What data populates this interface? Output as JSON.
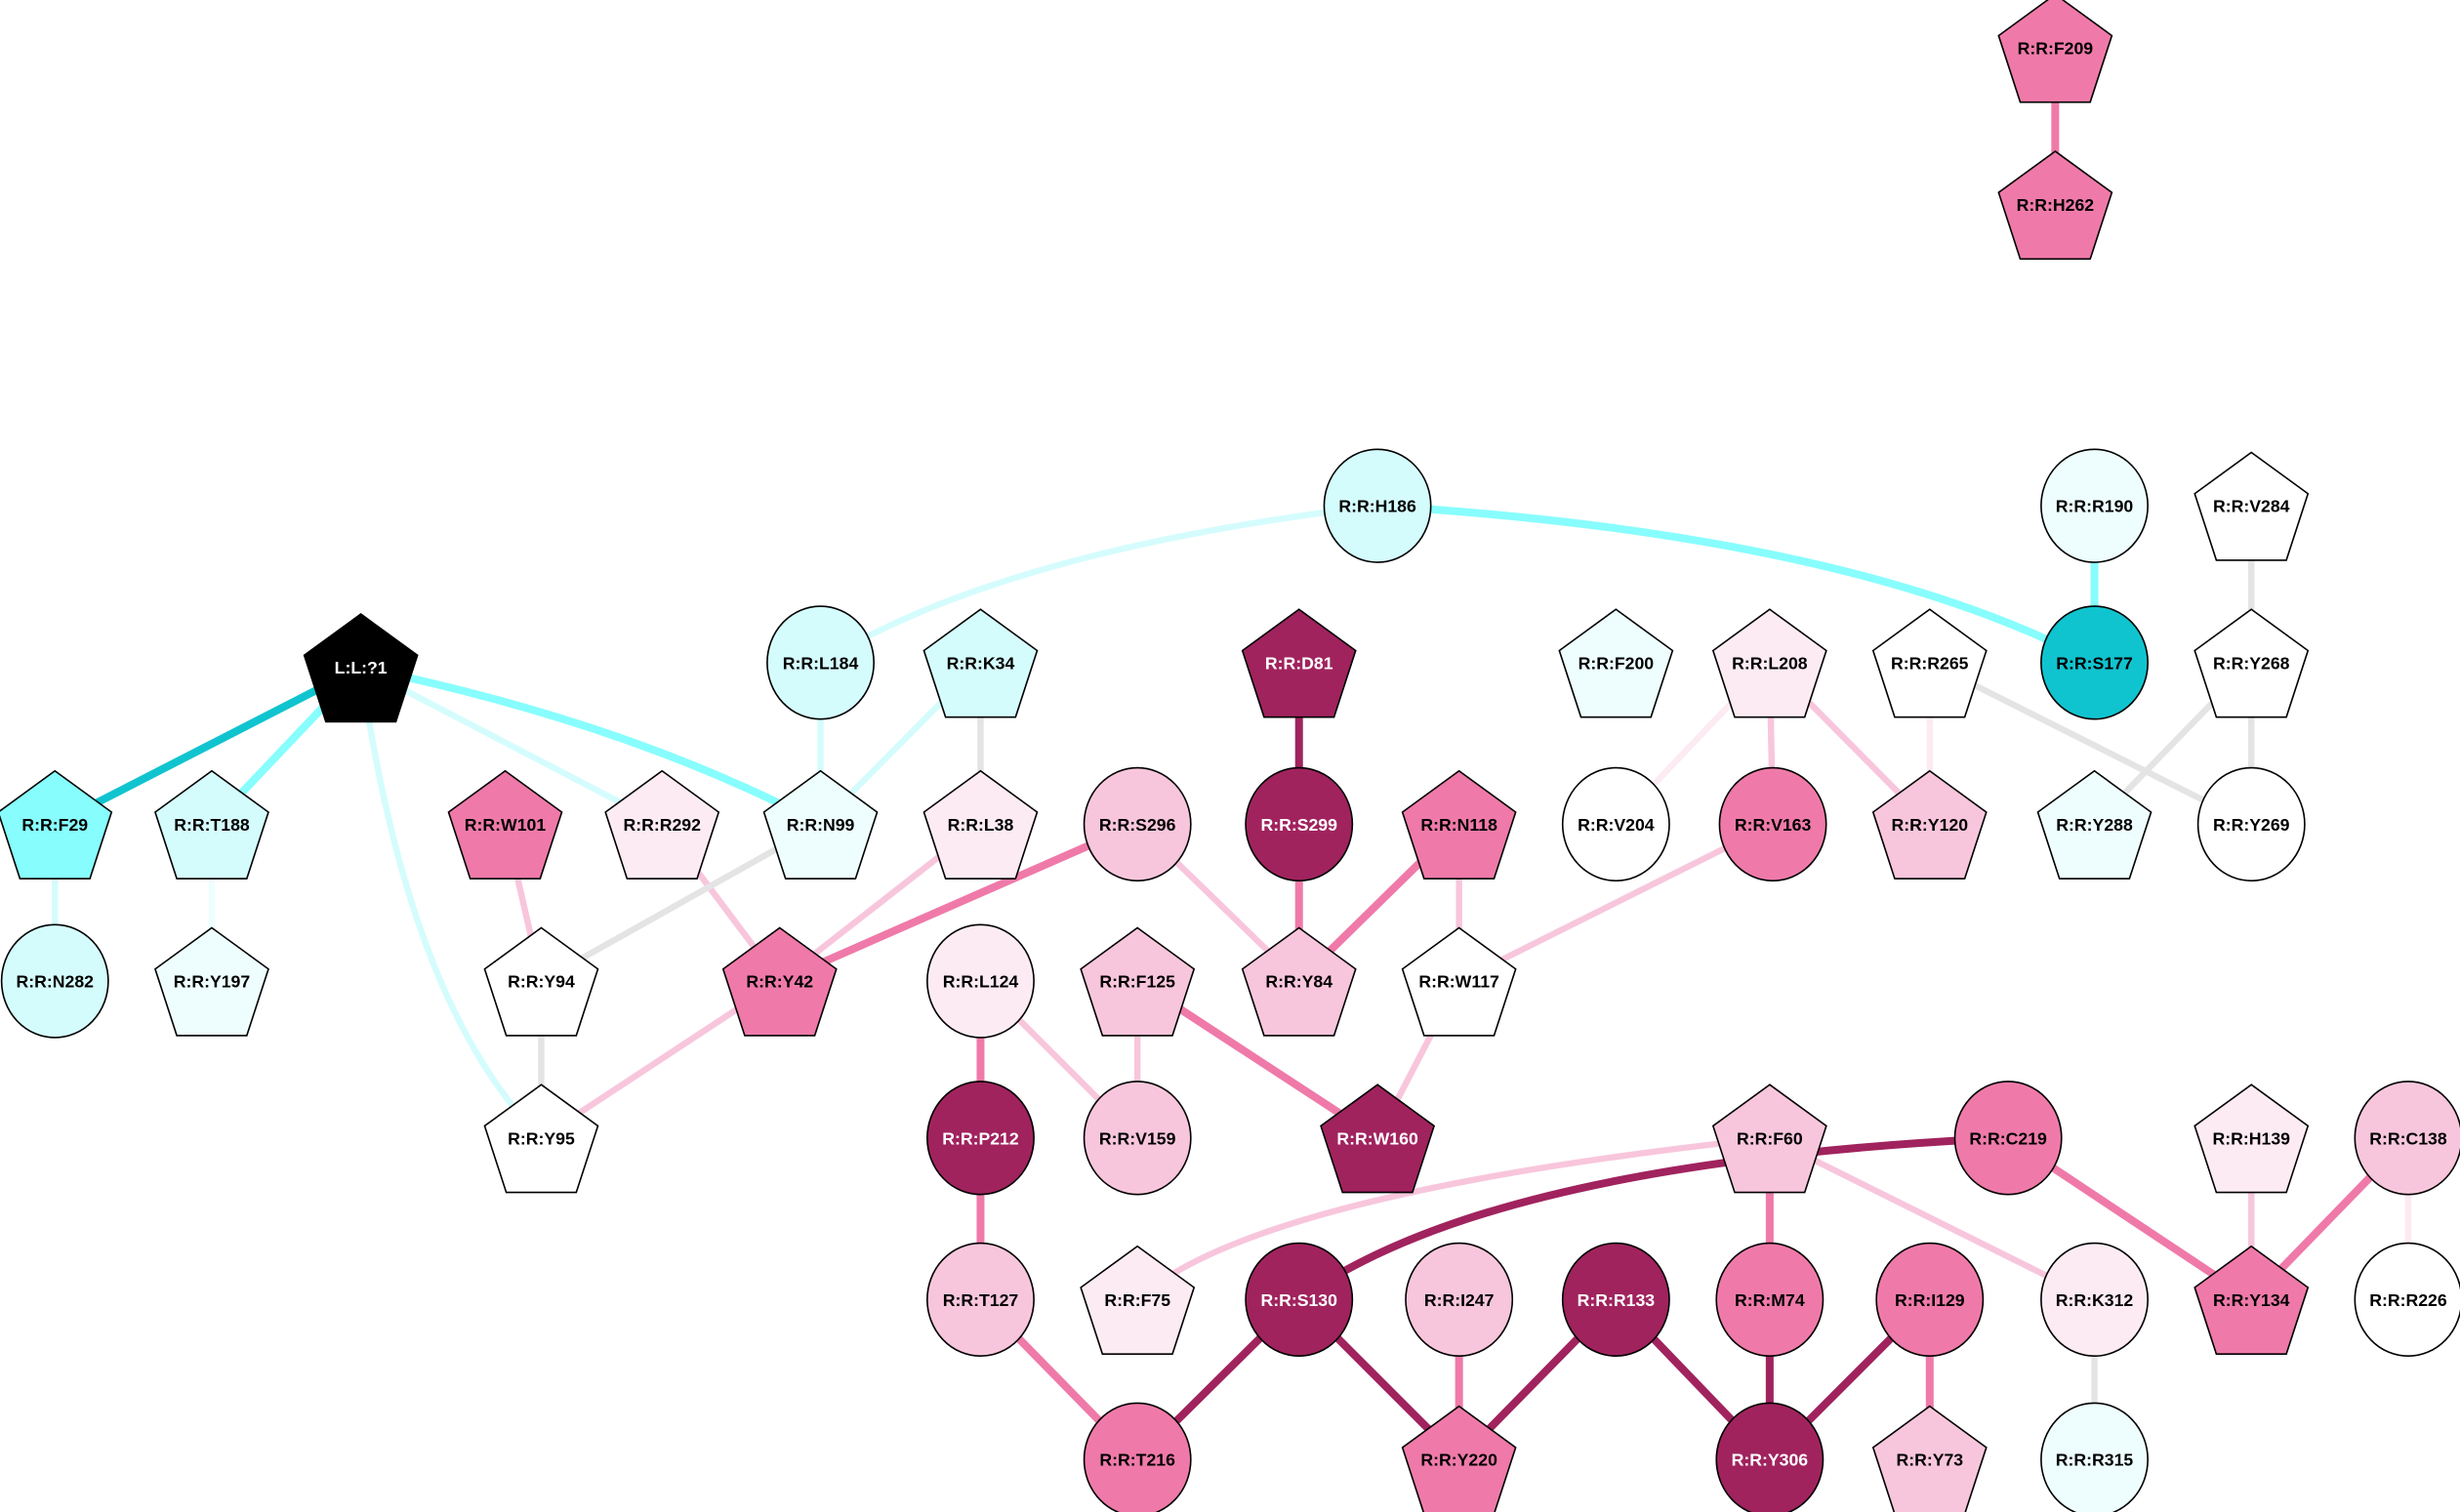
{
  "colors": {
    "dark": "#a0235e",
    "medium": "#ef7aa9",
    "lightpink": "#f8c6dc",
    "vlpink": "#fcebf3",
    "white": "#ffffff",
    "vlcyan": "#eefefe",
    "lightcyan": "#d5fcfd",
    "cyan": "#88fdfd",
    "teal": "#10c4cf",
    "black": "#000000",
    "gray": "#e4e4e4"
  },
  "nodes": [
    {
      "id": "F209",
      "label": "R:R:F209",
      "shape": "pent",
      "fill": "medium"
    },
    {
      "id": "H262",
      "label": "R:R:H262",
      "shape": "pent",
      "fill": "medium"
    },
    {
      "id": "H186",
      "label": "R:R:H186",
      "shape": "circ",
      "fill": "lightcyan"
    },
    {
      "id": "R190",
      "label": "R:R:R190",
      "shape": "circ",
      "fill": "vlcyan"
    },
    {
      "id": "V284",
      "label": "R:R:V284",
      "shape": "pent",
      "fill": "white"
    },
    {
      "id": "L1",
      "label": "L:L:?1",
      "shape": "pent",
      "fill": "black"
    },
    {
      "id": "L184",
      "label": "R:R:L184",
      "shape": "circ",
      "fill": "lightcyan"
    },
    {
      "id": "K34",
      "label": "R:R:K34",
      "shape": "pent",
      "fill": "lightcyan"
    },
    {
      "id": "D81",
      "label": "R:R:D81",
      "shape": "pent",
      "fill": "dark"
    },
    {
      "id": "F200",
      "label": "R:R:F200",
      "shape": "pent",
      "fill": "vlcyan"
    },
    {
      "id": "L208",
      "label": "R:R:L208",
      "shape": "pent",
      "fill": "vlpink"
    },
    {
      "id": "R265",
      "label": "R:R:R265",
      "shape": "pent",
      "fill": "white"
    },
    {
      "id": "S177",
      "label": "R:R:S177",
      "shape": "circ",
      "fill": "teal"
    },
    {
      "id": "Y268",
      "label": "R:R:Y268",
      "shape": "pent",
      "fill": "white"
    },
    {
      "id": "F29",
      "label": "R:R:F29",
      "shape": "pent",
      "fill": "cyan"
    },
    {
      "id": "T188",
      "label": "R:R:T188",
      "shape": "pent",
      "fill": "lightcyan"
    },
    {
      "id": "W101",
      "label": "R:R:W101",
      "shape": "pent",
      "fill": "medium"
    },
    {
      "id": "R292",
      "label": "R:R:R292",
      "shape": "pent",
      "fill": "vlpink"
    },
    {
      "id": "N99",
      "label": "R:R:N99",
      "shape": "pent",
      "fill": "vlcyan"
    },
    {
      "id": "L38",
      "label": "R:R:L38",
      "shape": "pent",
      "fill": "vlpink"
    },
    {
      "id": "S296",
      "label": "R:R:S296",
      "shape": "circ",
      "fill": "lightpink"
    },
    {
      "id": "S299",
      "label": "R:R:S299",
      "shape": "circ",
      "fill": "dark"
    },
    {
      "id": "N118",
      "label": "R:R:N118",
      "shape": "pent",
      "fill": "medium"
    },
    {
      "id": "V204",
      "label": "R:R:V204",
      "shape": "circ",
      "fill": "white"
    },
    {
      "id": "V163",
      "label": "R:R:V163",
      "shape": "circ",
      "fill": "medium"
    },
    {
      "id": "Y120",
      "label": "R:R:Y120",
      "shape": "pent",
      "fill": "lightpink"
    },
    {
      "id": "Y288",
      "label": "R:R:Y288",
      "shape": "pent",
      "fill": "vlcyan"
    },
    {
      "id": "Y269",
      "label": "R:R:Y269",
      "shape": "circ",
      "fill": "white"
    },
    {
      "id": "N282",
      "label": "R:R:N282",
      "shape": "circ",
      "fill": "lightcyan"
    },
    {
      "id": "Y197",
      "label": "R:R:Y197",
      "shape": "pent",
      "fill": "vlcyan"
    },
    {
      "id": "Y94",
      "label": "R:R:Y94",
      "shape": "pent",
      "fill": "white"
    },
    {
      "id": "Y42",
      "label": "R:R:Y42",
      "shape": "pent",
      "fill": "medium"
    },
    {
      "id": "L124",
      "label": "R:R:L124",
      "shape": "circ",
      "fill": "vlpink"
    },
    {
      "id": "F125",
      "label": "R:R:F125",
      "shape": "pent",
      "fill": "lightpink"
    },
    {
      "id": "Y84",
      "label": "R:R:Y84",
      "shape": "pent",
      "fill": "lightpink"
    },
    {
      "id": "W117",
      "label": "R:R:W117",
      "shape": "pent",
      "fill": "white"
    },
    {
      "id": "Y95",
      "label": "R:R:Y95",
      "shape": "pent",
      "fill": "white"
    },
    {
      "id": "P212",
      "label": "R:R:P212",
      "shape": "circ",
      "fill": "dark"
    },
    {
      "id": "V159",
      "label": "R:R:V159",
      "shape": "circ",
      "fill": "lightpink"
    },
    {
      "id": "W160",
      "label": "R:R:W160",
      "shape": "pent",
      "fill": "dark"
    },
    {
      "id": "F60",
      "label": "R:R:F60",
      "shape": "pent",
      "fill": "lightpink"
    },
    {
      "id": "C219",
      "label": "R:R:C219",
      "shape": "circ",
      "fill": "medium"
    },
    {
      "id": "H139",
      "label": "R:R:H139",
      "shape": "pent",
      "fill": "vlpink"
    },
    {
      "id": "C138",
      "label": "R:R:C138",
      "shape": "circ",
      "fill": "lightpink"
    },
    {
      "id": "T127",
      "label": "R:R:T127",
      "shape": "circ",
      "fill": "lightpink"
    },
    {
      "id": "F75",
      "label": "R:R:F75",
      "shape": "pent",
      "fill": "vlpink"
    },
    {
      "id": "S130",
      "label": "R:R:S130",
      "shape": "circ",
      "fill": "dark"
    },
    {
      "id": "I247",
      "label": "R:R:I247",
      "shape": "circ",
      "fill": "lightpink"
    },
    {
      "id": "R133",
      "label": "R:R:R133",
      "shape": "circ",
      "fill": "dark"
    },
    {
      "id": "M74",
      "label": "R:R:M74",
      "shape": "circ",
      "fill": "medium"
    },
    {
      "id": "I129",
      "label": "R:R:I129",
      "shape": "circ",
      "fill": "medium"
    },
    {
      "id": "K312",
      "label": "R:R:K312",
      "shape": "circ",
      "fill": "vlpink"
    },
    {
      "id": "Y134",
      "label": "R:R:Y134",
      "shape": "pent",
      "fill": "medium"
    },
    {
      "id": "R226",
      "label": "R:R:R226",
      "shape": "circ",
      "fill": "white"
    },
    {
      "id": "T216",
      "label": "R:R:T216",
      "shape": "circ",
      "fill": "medium"
    },
    {
      "id": "Y220",
      "label": "R:R:Y220",
      "shape": "pent",
      "fill": "medium"
    },
    {
      "id": "Y306",
      "label": "R:R:Y306",
      "shape": "circ",
      "fill": "dark"
    },
    {
      "id": "Y73",
      "label": "R:R:Y73",
      "shape": "pent",
      "fill": "lightpink"
    },
    {
      "id": "R315",
      "label": "R:R:R315",
      "shape": "circ",
      "fill": "vlcyan"
    }
  ],
  "edges": [
    [
      "F209",
      "H262",
      "medium"
    ],
    [
      "H186",
      "L184",
      "lightcyan"
    ],
    [
      "H186",
      "S177",
      "cyan"
    ],
    [
      "R190",
      "S177",
      "cyan"
    ],
    [
      "V284",
      "Y268",
      "gray"
    ],
    [
      "L1",
      "F29",
      "teal"
    ],
    [
      "L1",
      "T188",
      "cyan"
    ],
    [
      "L1",
      "Y95",
      "lightcyan"
    ],
    [
      "L1",
      "R292",
      "lightcyan"
    ],
    [
      "L1",
      "N99",
      "cyan"
    ],
    [
      "L184",
      "N99",
      "lightcyan"
    ],
    [
      "K34",
      "N99",
      "lightcyan"
    ],
    [
      "K34",
      "L38",
      "gray"
    ],
    [
      "D81",
      "S299",
      "dark"
    ],
    [
      "L208",
      "V204",
      "vlpink"
    ],
    [
      "L208",
      "V163",
      "lightpink"
    ],
    [
      "L208",
      "Y120",
      "lightpink"
    ],
    [
      "R265",
      "Y120",
      "vlpink"
    ],
    [
      "R265",
      "Y269",
      "gray"
    ],
    [
      "Y268",
      "Y288",
      "gray"
    ],
    [
      "Y268",
      "Y269",
      "gray"
    ],
    [
      "F29",
      "N282",
      "lightcyan"
    ],
    [
      "T188",
      "Y197",
      "vlcyan"
    ],
    [
      "W101",
      "Y94",
      "lightpink"
    ],
    [
      "R292",
      "Y42",
      "lightpink"
    ],
    [
      "N99",
      "Y94",
      "gray"
    ],
    [
      "L38",
      "Y42",
      "lightpink"
    ],
    [
      "S296",
      "Y42",
      "medium"
    ],
    [
      "S296",
      "Y84",
      "lightpink"
    ],
    [
      "S299",
      "Y84",
      "medium"
    ],
    [
      "N118",
      "Y84",
      "medium"
    ],
    [
      "N118",
      "W117",
      "lightpink"
    ],
    [
      "V163",
      "W117",
      "lightpink"
    ],
    [
      "Y94",
      "Y95",
      "gray"
    ],
    [
      "Y42",
      "Y95",
      "lightpink"
    ],
    [
      "L124",
      "P212",
      "medium"
    ],
    [
      "L124",
      "V159",
      "lightpink"
    ],
    [
      "F125",
      "V159",
      "lightpink"
    ],
    [
      "F125",
      "W160",
      "medium"
    ],
    [
      "W117",
      "W160",
      "lightpink"
    ],
    [
      "F60",
      "F75",
      "lightpink"
    ],
    [
      "F60",
      "M74",
      "medium"
    ],
    [
      "F60",
      "K312",
      "lightpink"
    ],
    [
      "C219",
      "S130",
      "dark"
    ],
    [
      "C219",
      "Y134",
      "medium"
    ],
    [
      "H139",
      "Y134",
      "lightpink"
    ],
    [
      "C138",
      "Y134",
      "medium"
    ],
    [
      "C138",
      "R226",
      "vlpink"
    ],
    [
      "P212",
      "T127",
      "medium"
    ],
    [
      "T127",
      "T216",
      "medium"
    ],
    [
      "S130",
      "T216",
      "dark"
    ],
    [
      "S130",
      "Y220",
      "dark"
    ],
    [
      "I247",
      "Y220",
      "medium"
    ],
    [
      "R133",
      "Y220",
      "dark"
    ],
    [
      "R133",
      "Y306",
      "dark"
    ],
    [
      "M74",
      "Y306",
      "dark"
    ],
    [
      "I129",
      "Y306",
      "dark"
    ],
    [
      "I129",
      "Y73",
      "medium"
    ],
    [
      "K312",
      "R315",
      "gray"
    ]
  ]
}
